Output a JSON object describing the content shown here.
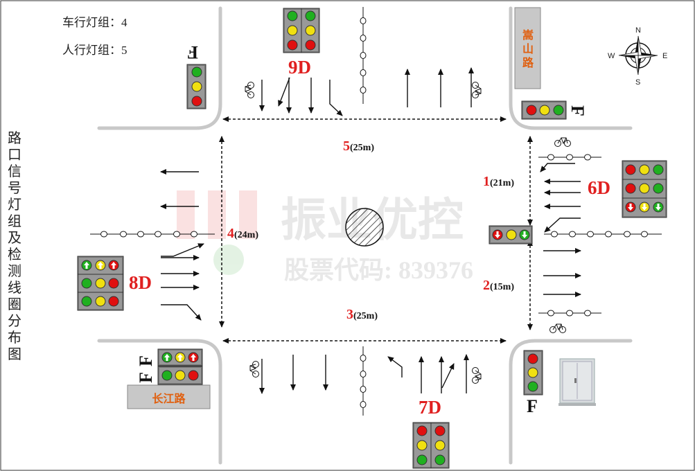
{
  "info": {
    "vehicle_groups": "车行灯组：4",
    "pedestrian_groups": "人行灯组：5"
  },
  "title_vertical": "路口信号灯组及检测线圈分布图",
  "roads": {
    "north_east": "嵩山路",
    "south_west": "长江路"
  },
  "compass": {
    "n": "N",
    "s": "S",
    "e": "E",
    "w": "W"
  },
  "groups": {
    "north": "9D",
    "east": "6D",
    "west": "8D",
    "south": "7D"
  },
  "f_labels": {
    "north_west": "F",
    "north_east": "F",
    "south_west_1": "F",
    "south_west_2": "F",
    "south_east": "F"
  },
  "distances": [
    {
      "num": "1",
      "text": "(21m)"
    },
    {
      "num": "2",
      "text": "(15m)"
    },
    {
      "num": "3",
      "text": "(25m)"
    },
    {
      "num": "4",
      "text": "(24m)"
    },
    {
      "num": "5",
      "text": "(25m)"
    }
  ],
  "watermark": {
    "main": "振业优控",
    "sub": "股票代码: 839376"
  },
  "colors": {
    "red": "#e01010",
    "yellow": "#f0e010",
    "green": "#20b020",
    "label_red": "#e02020",
    "road_orange": "#e06010",
    "curb_gray": "#c8c8c8"
  }
}
